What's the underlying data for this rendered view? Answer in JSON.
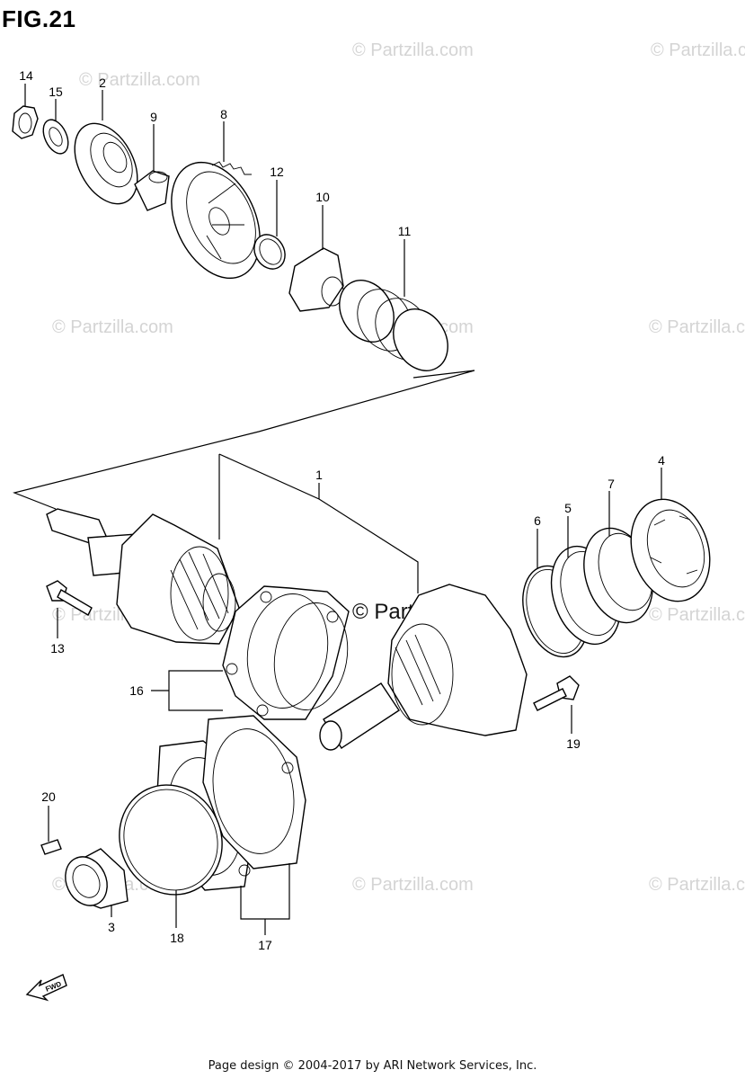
{
  "figure": {
    "title": "FIG.21"
  },
  "watermarks": {
    "small": "© Partzilla.com",
    "center": "© Partzilla.com"
  },
  "callouts": {
    "p1": "1",
    "p2": "2",
    "p3": "3",
    "p4": "4",
    "p5": "5",
    "p6": "6",
    "p7": "7",
    "p8": "8",
    "p9": "9",
    "p10": "10",
    "p11": "11",
    "p12": "12",
    "p13": "13",
    "p14": "14",
    "p15": "15",
    "p16": "16",
    "p17": "17",
    "p18": "18",
    "p19": "19",
    "p20": "20"
  },
  "fwd_label": "FWD",
  "footer": {
    "text": "Page design © 2004-2017 by ARI Network Services, Inc."
  }
}
